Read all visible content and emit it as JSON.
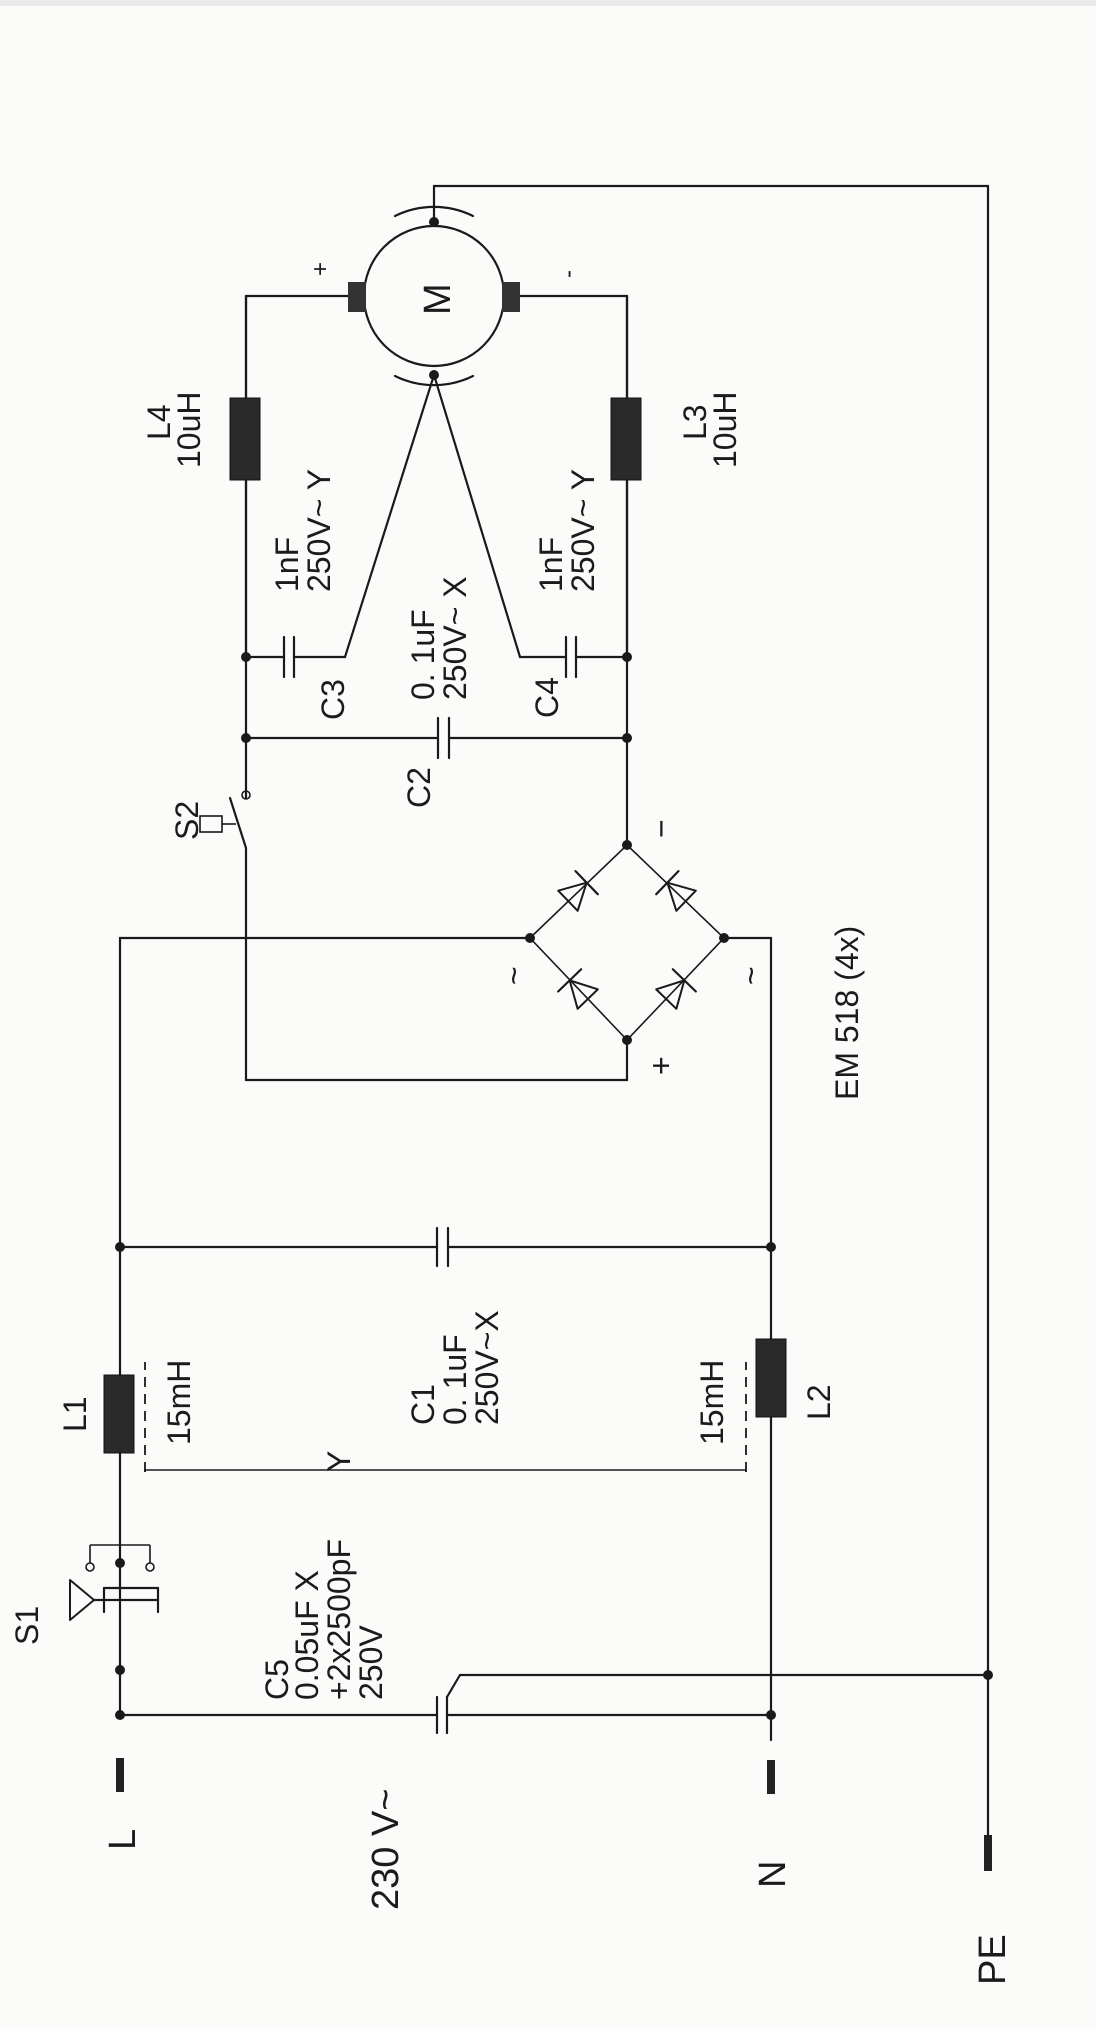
{
  "labels": {
    "L": "L",
    "N": "N",
    "PE": "PE",
    "voltage": "230 V~",
    "S1": "S1",
    "S2": "S2",
    "C5": [
      "C5",
      "0.05uF  X",
      "+2x2500pF",
      "250V"
    ],
    "L1": "L1",
    "L1_value": "15mH",
    "L2": "L2",
    "L2_value": "15mH",
    "Y_mark": "Y",
    "C1": [
      "C1",
      "0. 1uF",
      "250V~X"
    ],
    "bridge": "EM 518  (4x)",
    "bridge_ac": "~",
    "bridge_plus": "+",
    "bridge_minus": "−",
    "C2": "C2",
    "C2_value": [
      "0. 1uF",
      "250V~ X"
    ],
    "C3": "C3",
    "C3_value": [
      "1nF",
      "250V~ Y"
    ],
    "C4": "C4",
    "C4_value": [
      "1nF",
      "250V~ Y"
    ],
    "L3": [
      "L3",
      "10uH"
    ],
    "L4": [
      "L4",
      "10uH"
    ],
    "motor": "M",
    "motor_plus": "+",
    "motor_minus": "-"
  }
}
